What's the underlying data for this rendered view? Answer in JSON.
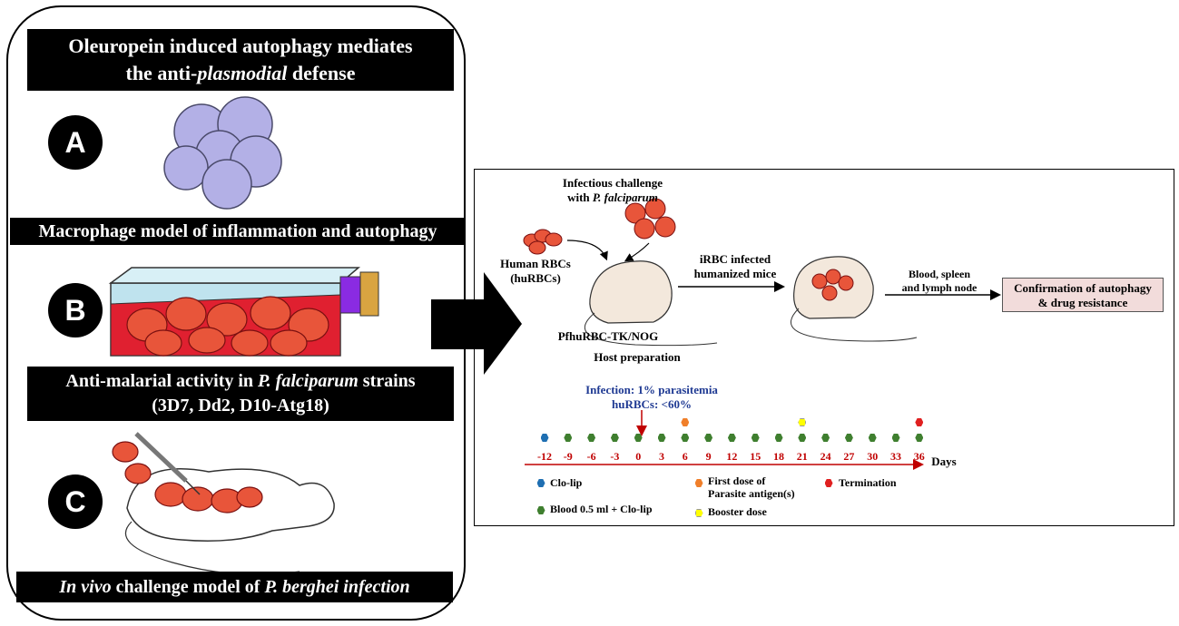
{
  "left_panel": {
    "title_line1": "Oleuropein induced autophagy mediates",
    "title_line2_prefix": "the anti-",
    "title_line2_italic": "plasmodial",
    "title_line2_suffix": " defense",
    "labels": {
      "a": "A",
      "b": "B",
      "c": "C"
    },
    "caption_a": "Macrophage model of inflammation and autophagy",
    "caption_b_prefix": "Anti-malarial activity in ",
    "caption_b_italic": "P. falciparum",
    "caption_b_suffix": " strains",
    "caption_b_line2": "(3D7, Dd2, D10-Atg18)",
    "caption_c_italic1": "In vivo",
    "caption_c_mid": " challenge model of ",
    "caption_c_italic2": "P. berghei infection"
  },
  "right_panel": {
    "challenge_line1": "Infectious challenge",
    "challenge_line2_prefix": "with ",
    "challenge_line2_italic": "P. falciparum",
    "human_rbcs_line1": "Human RBCs",
    "human_rbcs_line2": "(huRBCs)",
    "iRBC_line1": "iRBC infected",
    "iRBC_line2": "humanized mice",
    "mouse_strain": "PfhuRBC-TK/NOG",
    "host_prep": "Host preparation",
    "blood_line1": "Blood, spleen",
    "blood_line2": "and lymph node",
    "confirm_line1": "Confirmation of autophagy",
    "confirm_line2": "& drug resistance",
    "infection_line1": "Infection: 1% parasitemia",
    "infection_line2": "huRBCs: <60%",
    "days_label": "Days"
  },
  "timeline": {
    "ticks": [
      "-12",
      "-9",
      "-6",
      "-3",
      "0",
      "3",
      "6",
      "9",
      "12",
      "15",
      "18",
      "21",
      "24",
      "27",
      "30",
      "33",
      "36"
    ]
  },
  "legend": {
    "clo_lip": "Clo-lip",
    "first_dose_line1": "First dose of",
    "first_dose_line2": "Parasite antigen(s)",
    "termination": "Termination",
    "blood": "Blood 0.5 ml + Clo-lip",
    "booster": "Booster dose"
  },
  "colors": {
    "clo_lip": "#1f6fb2",
    "blood": "#3f7f2f",
    "first_dose": "#f07f2a",
    "booster": "#ffff00",
    "termination": "#e02020",
    "confirm_box": "#f2dcdb",
    "tick_label": "#c00000",
    "infection_text": "#1f3a93"
  }
}
